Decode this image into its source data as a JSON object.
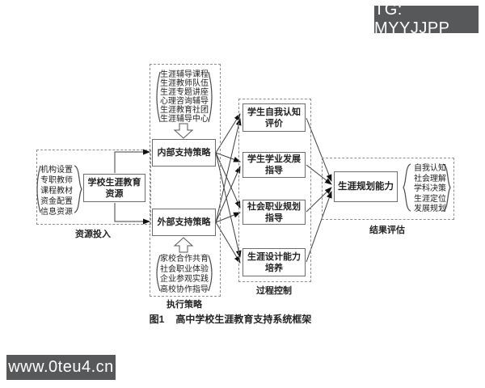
{
  "overlays": {
    "tg_badge": "TG: MYYJJPP",
    "watermark": "www.0teu4.cn"
  },
  "caption": {
    "prefix": "图1",
    "title": "高中学校生涯教育支持系统框架"
  },
  "resources": {
    "group_label": "资源投入",
    "items": [
      "机构设置",
      "专职教师",
      "课程教材",
      "资金配置",
      "信息资源"
    ],
    "box_line1": "学校生涯教育",
    "box_line2": "资源"
  },
  "execution": {
    "group_label": "执行策略",
    "internal_items": [
      "生涯辅导课程",
      "生涯教师队伍",
      "生涯专题讲座",
      "心理咨询辅导",
      "生涯教育社团",
      "生涯辅导中心"
    ],
    "internal_box": "内部支持策略",
    "external_box": "外部支持策略",
    "external_items": [
      "家校合作共育",
      "社会职业体验",
      "企业参观实践",
      "高校协作指导"
    ]
  },
  "process": {
    "group_label": "过程控制",
    "boxes": [
      {
        "line1": "学生自我认知",
        "line2": "评价"
      },
      {
        "line1": "学生学业发展",
        "line2": "指导"
      },
      {
        "line1": "社会职业规划",
        "line2": "指导"
      },
      {
        "line1": "生涯设计能力",
        "line2": "培养"
      }
    ]
  },
  "outcome": {
    "group_label": "结果评估",
    "box": "生涯规划能力",
    "items": [
      "自我认知",
      "社会理解",
      "学科决策",
      "生涯定位",
      "发展规划"
    ]
  },
  "colors": {
    "badge_bg": "#57585a",
    "badge_text": "#ffffff",
    "line": "#3f3f3f",
    "arrowhead": "#111111",
    "box_border": "#6d6d6d",
    "dashed_border": "#8e8e8e"
  }
}
